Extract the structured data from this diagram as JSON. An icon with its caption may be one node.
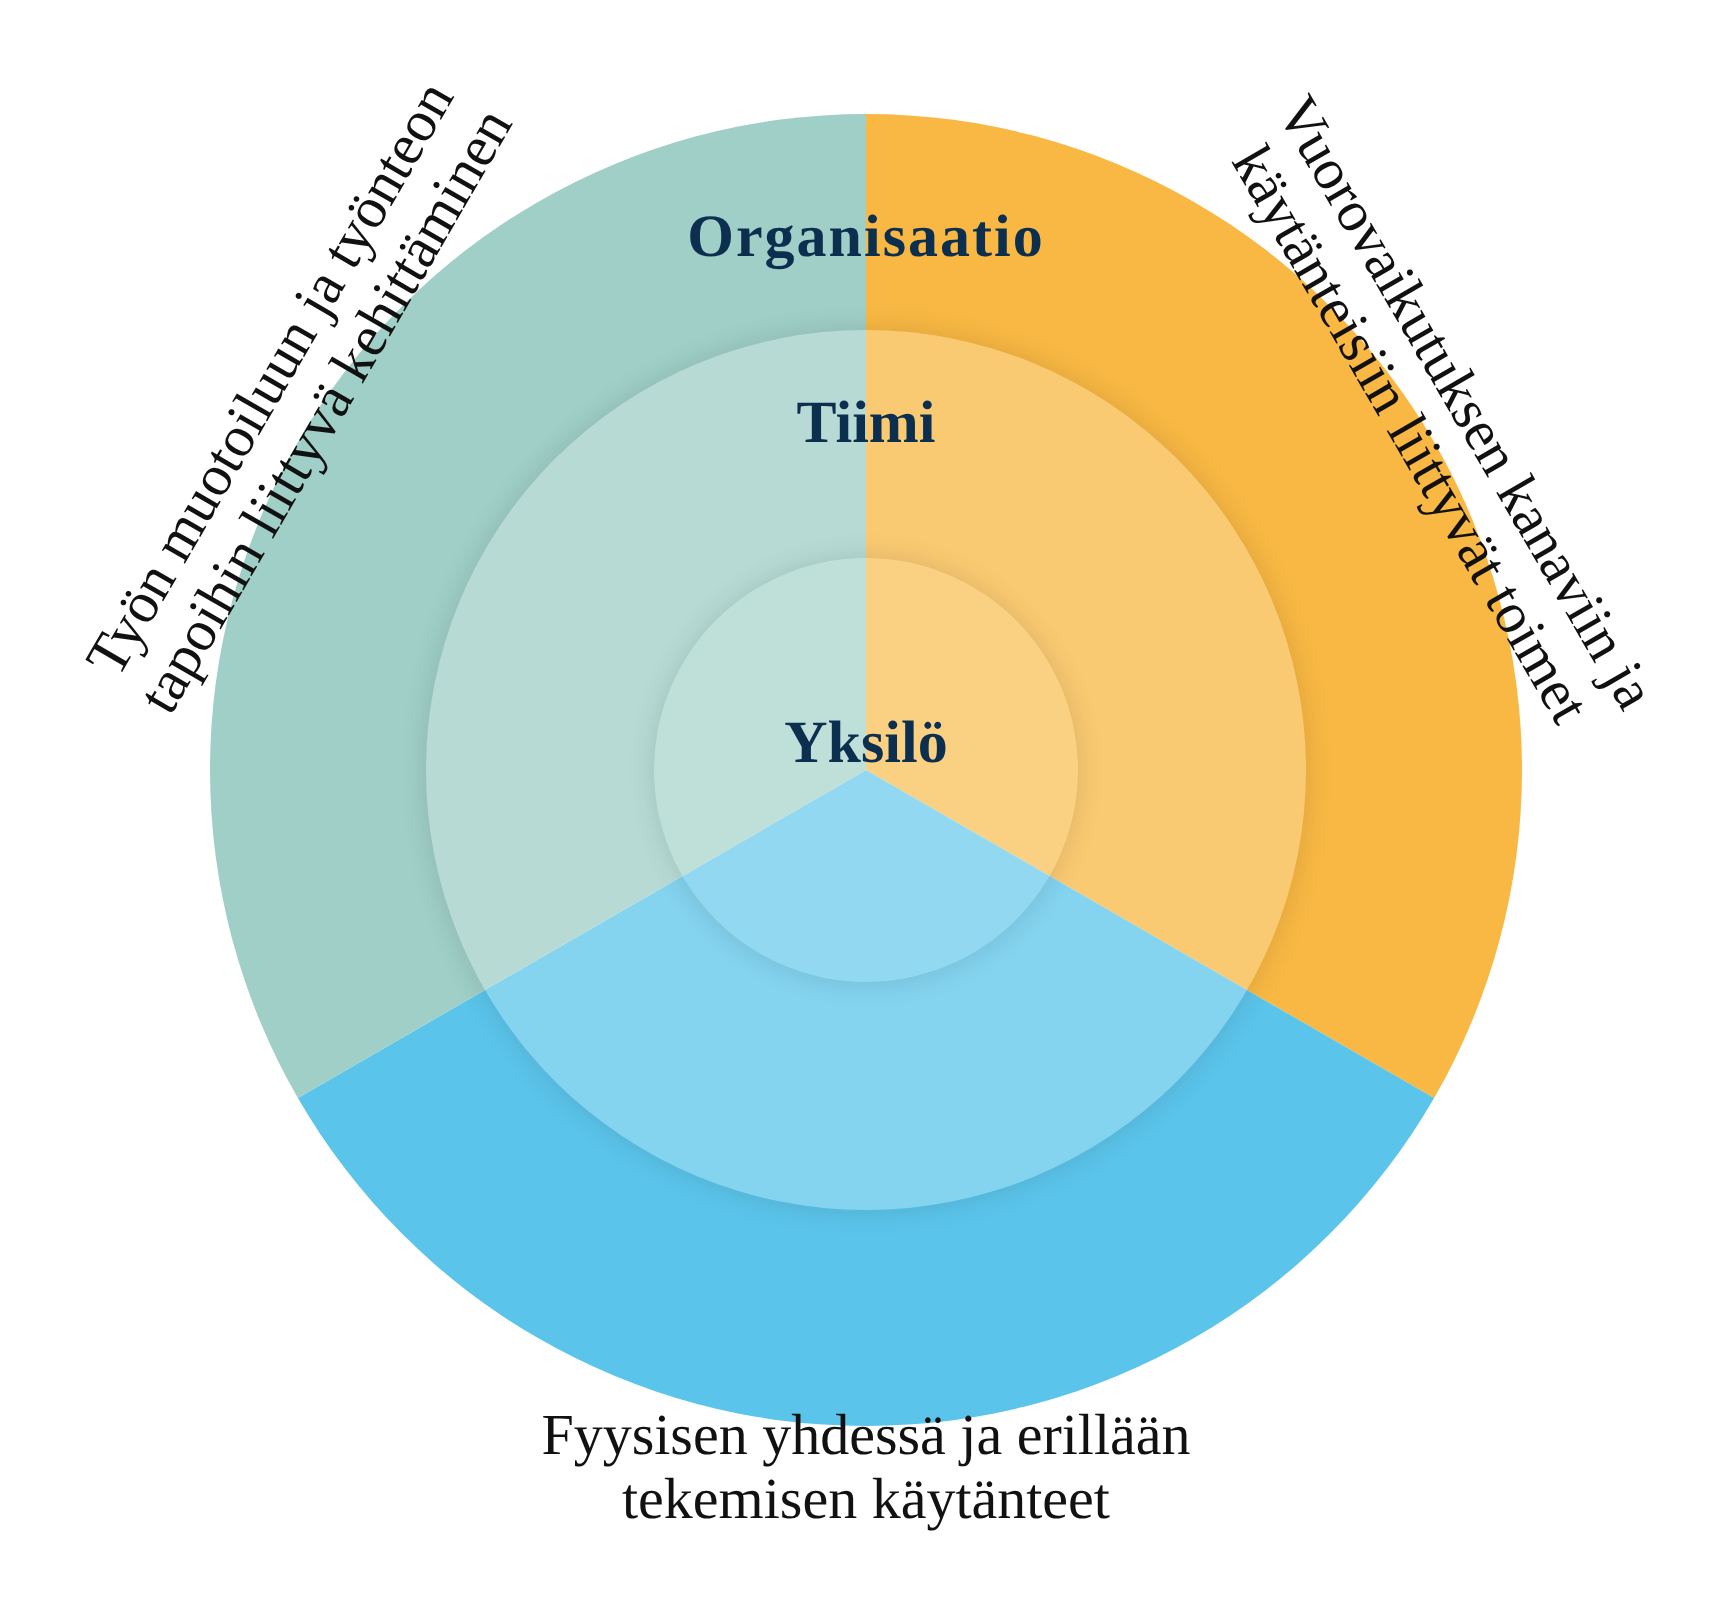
{
  "diagram": {
    "nodes": [
      {
        "text": [
          "Organisaatio"
        ]
      },
      {
        "text": [
          "Tiimi"
        ],
        "in": 0
      },
      {
        "text": [
          "Yksilö"
        ],
        "in": 1
      }
    ],
    "labels": [
      "Työn muotoiluun ja työnteon tapoihin liittyvä kehittäminen",
      "Vuorovaikutuksen kanaviin ja käytänteisiin liittyvät toimet",
      "Fyysisen yhdessä ja erillään tekemisen käytänteet"
    ]
  }
}
